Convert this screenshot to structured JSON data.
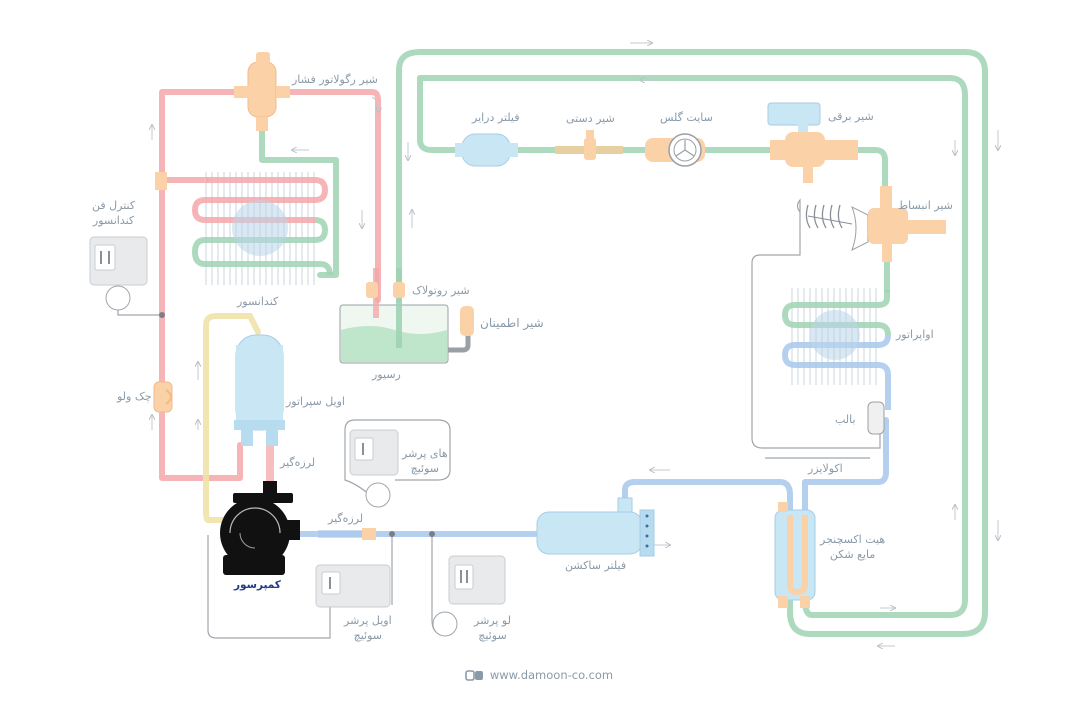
{
  "labels": {
    "pressure_regulator": "شیر رگولاتور فشار",
    "filter_drier": "فیلتر درایر",
    "manual_valve": "شیر دستی",
    "sight_glass": "سایت گلس",
    "solenoid_valve": "شیر برقی",
    "expansion_valve": "شیر انبساط",
    "condenser_fan_control": "کنترل فن\nکندانسور",
    "condenser": "کندانسور",
    "rotalock_valve": "شیر روتولاک",
    "safety_valve": "شیر اطمینان",
    "receiver": "رسیور",
    "evaporator": "اواپراتور",
    "bulb": "بالب",
    "coil": "اکولایزر",
    "check_valve": "چک ولو",
    "oil_separator": "اویل سپراتور",
    "vibration_eliminator_1": "لرزه‌گیر",
    "vibration_eliminator_2": "لرزه‌گیر",
    "high_pressure_switch": "های پرشر\nسوئیچ",
    "suction_filter": "فیلتر ساکشن",
    "heat_exchanger": "هیت اکسچنجر\nمایع شکن",
    "compressor": "کمپرسور",
    "oil_pressure_switch": "اویل پرشر\nسوئیچ",
    "low_pressure_switch": "لو پرشر\nسوئیچ"
  },
  "footer": {
    "logo": "da",
    "url": "www.damoon-co.com"
  },
  "colors": {
    "discharge_line": "#f4a7a9",
    "liquid_line": "#9fd3b4",
    "suction_line": "#a8c8ec",
    "oil_line": "#efe3a8",
    "component_blue": "#c9e6f5",
    "component_orange": "#fbd1a8",
    "gray_line": "#9aa0a6",
    "compressor": "#111111"
  }
}
